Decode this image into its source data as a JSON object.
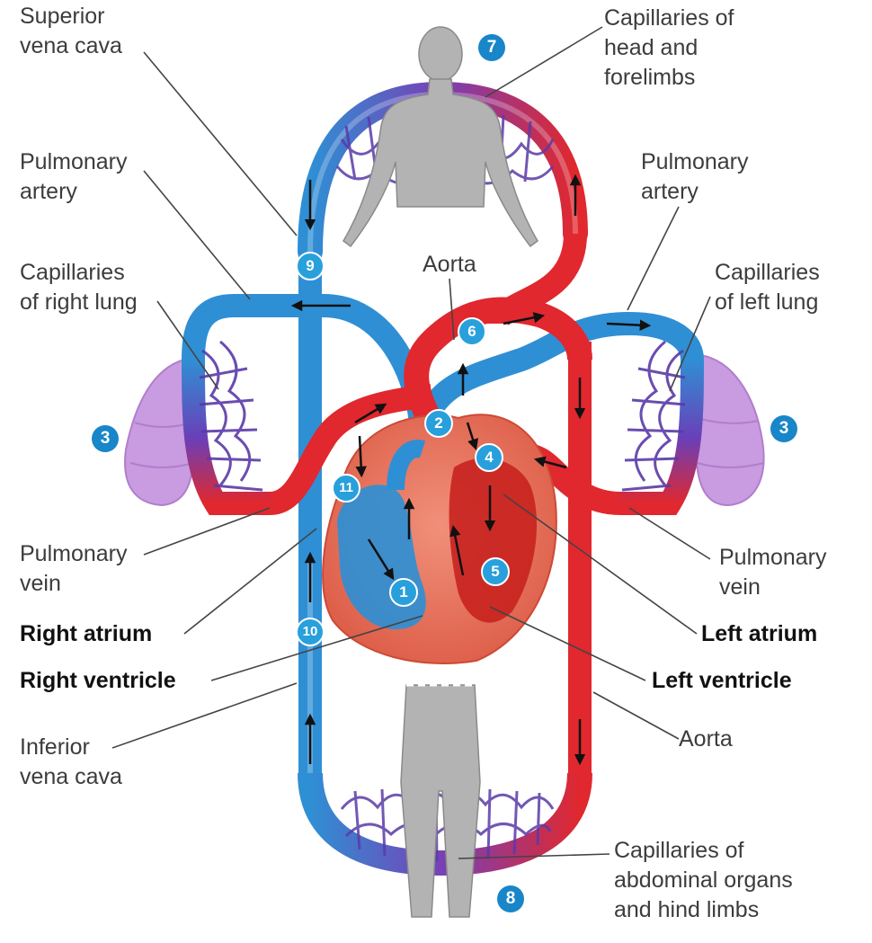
{
  "diagram": {
    "labels": {
      "superior_vena_cava": "Superior\nvena cava",
      "capillaries_head": "Capillaries of\nhead and\nforelimbs",
      "pulmonary_artery_left": "Pulmonary\nartery",
      "pulmonary_artery_right": "Pulmonary\nartery",
      "aorta_top": "Aorta",
      "capillaries_right_lung": "Capillaries\nof right lung",
      "capillaries_left_lung": "Capillaries\nof left lung",
      "pulmonary_vein_left": "Pulmonary\nvein",
      "pulmonary_vein_right": "Pulmonary\nvein",
      "right_atrium": "Right atrium",
      "right_ventricle": "Right ventricle",
      "left_atrium": "Left atrium",
      "left_ventricle": "Left ventricle",
      "inferior_vena_cava": "Inferior\nvena cava",
      "aorta_bottom": "Aorta",
      "capillaries_abdominal": "Capillaries of\nabdominal organs\nand hind limbs"
    },
    "steps": {
      "s1": "1",
      "s2": "2",
      "s3a": "3",
      "s3b": "3",
      "s4": "4",
      "s5": "5",
      "s6": "6",
      "s7": "7",
      "s8": "8",
      "s9": "9",
      "s10": "10",
      "s11": "11"
    },
    "colors": {
      "oxygen_poor": "#2f8fd4",
      "oxygen_rich": "#e0282e",
      "capillary_mix": "#8a3fb0",
      "lung": "#c99be0",
      "heart": "#e8745e",
      "body": "#b3b3b3"
    }
  }
}
